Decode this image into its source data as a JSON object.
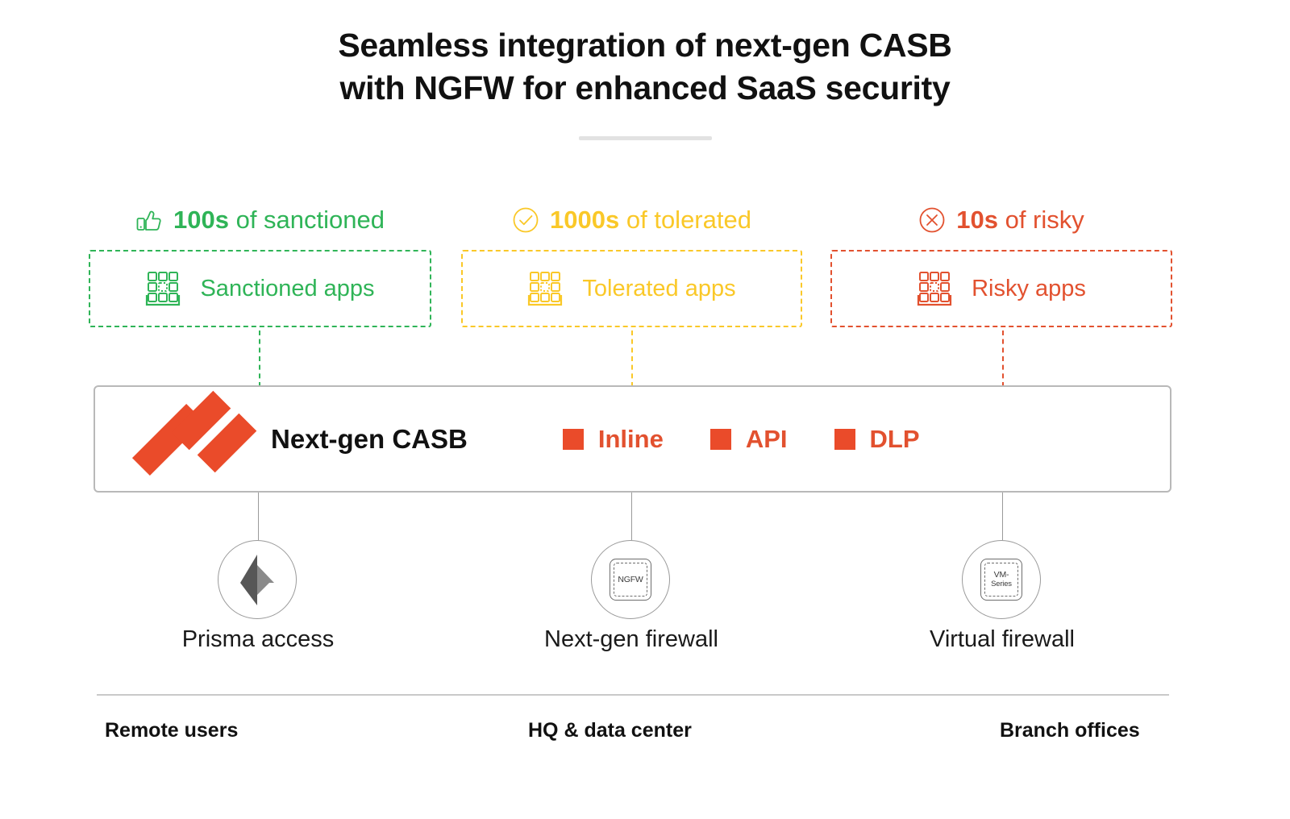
{
  "title": {
    "line1": "Seamless integration of next-gen CASB",
    "line2": "with NGFW for enhanced SaaS security"
  },
  "colors": {
    "green": "#2FB457",
    "yellow": "#FAC828",
    "red": "#E2512F",
    "orange_brand": "#EA4B2A",
    "gray_border": "#b9b9b9"
  },
  "categories": [
    {
      "icon": "thumbs-up-icon",
      "count": "100s",
      "count_suffix": " of sanctioned",
      "box_icon": "app-grid-icon",
      "box_label": "Sanctioned apps",
      "color": "#2FB457"
    },
    {
      "icon": "check-circle-icon",
      "count": "1000s",
      "count_suffix": " of tolerated",
      "box_icon": "app-grid-icon",
      "box_label": "Tolerated apps",
      "color": "#FAC828"
    },
    {
      "icon": "x-circle-icon",
      "count": "10s",
      "count_suffix": " of risky",
      "box_icon": "app-grid-icon",
      "box_label": "Risky apps",
      "color": "#E2512F"
    }
  ],
  "casb": {
    "logo": "palo-alto-networks-logo",
    "title": "Next-gen CASB",
    "capabilities": [
      {
        "label": "Inline"
      },
      {
        "label": "API"
      },
      {
        "label": "DLP"
      }
    ]
  },
  "nodes": [
    {
      "icon": "prisma-access-icon",
      "icon_text": "",
      "icon_text_2": "",
      "label": "Prisma access"
    },
    {
      "icon": "ngfw-appliance-icon",
      "icon_text": "NGFW",
      "icon_text_2": "",
      "label": "Next-gen firewall"
    },
    {
      "icon": "vm-series-icon",
      "icon_text": "VM-",
      "icon_text_2": "Series",
      "label": "Virtual firewall"
    }
  ],
  "footer": [
    {
      "label": "Remote users"
    },
    {
      "label": "HQ & data center"
    },
    {
      "label": "Branch offices"
    }
  ]
}
